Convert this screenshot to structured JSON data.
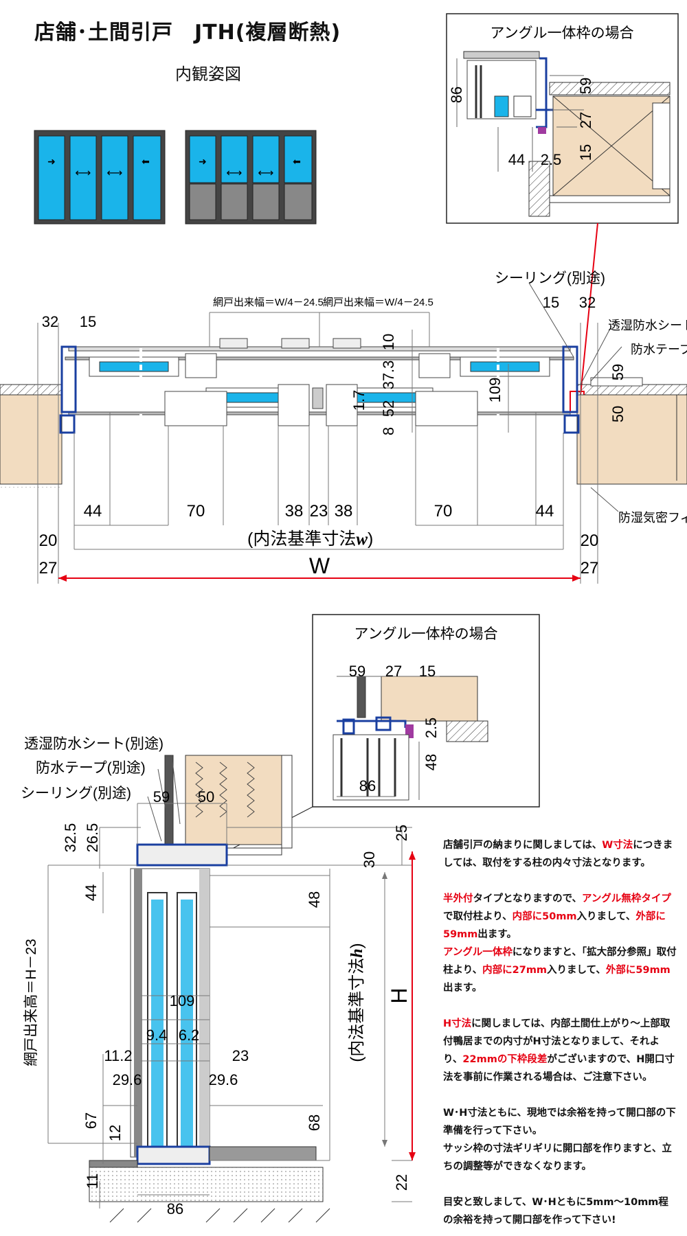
{
  "header": {
    "title": "店舗･土間引戸　JTH(複層断熱)",
    "subtitle": "内観姿図"
  },
  "inset_title": "アングル一体枠の場合",
  "plan": {
    "callouts": {
      "sealing": "シーリング(別途)",
      "moisture_sheet": "透湿防水シート",
      "waterproof_tape": "防水テープ",
      "airtight_film": "防湿気密フィ"
    },
    "screen_width": "網戸出来幅＝W/4－24.5",
    "inner_std_w": "(内法基準寸法",
    "inner_std_w_var": "w",
    "closing_paren": ")",
    "W": "W",
    "dims": {
      "d32": "32",
      "d15": "15",
      "d10": "10",
      "d37_3": "37.3",
      "d109": "109",
      "d59": "59",
      "d1_7": "1.7",
      "d52": "52",
      "d50": "50",
      "d8": "8",
      "d44": "44",
      "d70": "70",
      "d38": "38",
      "d23": "23",
      "d20": "20",
      "d27": "27"
    }
  },
  "top_inset": {
    "dims": {
      "d86": "86",
      "d59": "59",
      "d27": "27",
      "d15": "15",
      "d44": "44",
      "d2_5": "2.5"
    }
  },
  "section_inset": {
    "dims": {
      "d59": "59",
      "d27": "27",
      "d15": "15",
      "d2_5": "2.5",
      "d48": "48",
      "d86": "86"
    }
  },
  "section": {
    "callouts": {
      "moisture_sheet": "透湿防水シート(別途)",
      "waterproof_tape": "防水テープ(別途)",
      "sealing": "シーリング(別途)"
    },
    "screen_height": "網戸出来高＝H－23",
    "inner_std_h": "(内法基準寸法",
    "inner_std_h_var": "h",
    "closing_paren": ")",
    "H": "H",
    "dims": {
      "d59": "59",
      "d50": "50",
      "d32_5": "32.5",
      "d26_5": "26.5",
      "d25": "25",
      "d30": "30",
      "d44": "44",
      "d48": "48",
      "d109": "109",
      "d9_4": "9.4",
      "d6_2": "6.2",
      "d11_2": "11.2",
      "d23": "23",
      "d29_6": "29.6",
      "d67": "67",
      "d12": "12",
      "d68": "68",
      "d11": "11",
      "d22": "22",
      "d86": "86"
    }
  },
  "notes": {
    "p1a": "店舗引戸の納まりに関しましては、",
    "p1b": "W寸法",
    "p1c": "につきましては、取付をする柱の内々寸法となります。",
    "p2a": "半外付",
    "p2b": "タイプとなりますので、",
    "p2c": "アングル無枠タイプ",
    "p2d": "で取付柱より、",
    "p2e": "内部に50mm",
    "p2f": "入りまして、",
    "p2g": "外部に59mm",
    "p2h": "出ます。",
    "p3a": "アングル一体枠",
    "p3b": "になりますと、「拡大部分参照」取付柱より、",
    "p3c": "内部に27mm",
    "p3d": "入りまして、",
    "p3e": "外部に59mm",
    "p3f": "出ます。",
    "p4a": "H寸法",
    "p4b": "に関しましては、内部土間仕上がり～上部取付鴨居までの内寸がH寸法となりまして、それより、",
    "p4c": "22mmの下枠段差",
    "p4d": "がございますので、H開口寸法を事前に作業される場合は、ご注意下さい。",
    "p5": "W･H寸法ともに、現地では余裕を持って開口部の下準備を行って下さい。",
    "p6": "サッシ枠の寸法ギリギリに開口部を作りますと、立ちの調整等ができなくなります。",
    "p7": "目安と致しまして、W･Hともに5mm～10mm程の余裕を持って開口部を作って下さい!"
  },
  "colors": {
    "glass": "#1ab4ea",
    "frame_blue": "#1a3fa0",
    "red": "#e60012",
    "wood": "#f2dcc0",
    "frame": "#555555"
  }
}
